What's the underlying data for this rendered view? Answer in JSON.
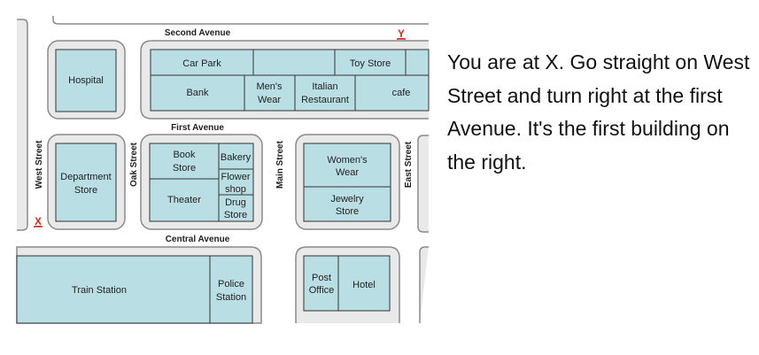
{
  "map": {
    "streets": {
      "second_avenue": "Second Avenue",
      "first_avenue": "First Avenue",
      "central_avenue": "Central Avenue",
      "west_street": "West Street",
      "oak_street": "Oak Street",
      "main_street": "Main Street",
      "east_street": "East Street"
    },
    "markers": {
      "start": "X",
      "destination": "Y"
    },
    "buildings": {
      "hospital": "Hospital",
      "car_park": "Car Park",
      "toy_store": "Toy Store",
      "bank": "Bank",
      "mens_wear": [
        "Men's",
        "Wear"
      ],
      "italian_restaurant": [
        "Italian",
        "Restaurant"
      ],
      "cafe": "cafe",
      "department_store": [
        "Department",
        "Store"
      ],
      "book_store": [
        "Book",
        "Store"
      ],
      "bakery": "Bakery",
      "flower_shop": [
        "Flower",
        "shop"
      ],
      "theater": "Theater",
      "drug_store": [
        "Drug",
        "Store"
      ],
      "womens_wear": [
        "Women's",
        "Wear"
      ],
      "jewelry_store": [
        "Jewelry",
        "Store"
      ],
      "train_station": "Train Station",
      "police_station": [
        "Police",
        "Station"
      ],
      "post_office": [
        "Post",
        "Office"
      ],
      "hotel": "Hotel"
    },
    "colors": {
      "building": "#b9dfe5",
      "block": "#e9e9e9",
      "marker": "#d62b1e"
    }
  },
  "instructions": "You are at X. Go straight on West Street and turn right at the first Avenue. It's the first building on the right."
}
